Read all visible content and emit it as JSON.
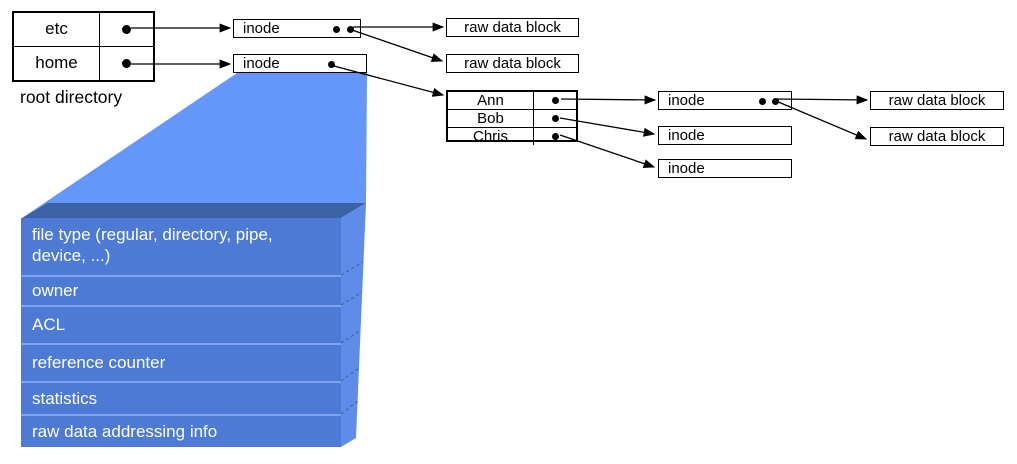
{
  "labels": {
    "root_directory": "root directory",
    "inode": "inode",
    "raw_data_block": "raw data block"
  },
  "root_directory_table": {
    "entries": [
      {
        "name": "etc"
      },
      {
        "name": "home"
      }
    ]
  },
  "home_directory_table": {
    "entries": [
      {
        "name": "Ann"
      },
      {
        "name": "Bob"
      },
      {
        "name": "Chris"
      }
    ]
  },
  "inode_detail": {
    "fields": [
      "file type (regular, directory, pipe, device, ...)",
      "owner",
      "ACL",
      "reference counter",
      "statistics",
      "raw data addressing info"
    ]
  },
  "colors": {
    "funnel": "#6597FB",
    "slab_front": "#4C7AD4",
    "slab_top": "#3C62A6",
    "slab_side": "#5F8CE8",
    "separator": "#7FA3EC",
    "slab_text": "#FFFFFF",
    "line": "#000000"
  }
}
